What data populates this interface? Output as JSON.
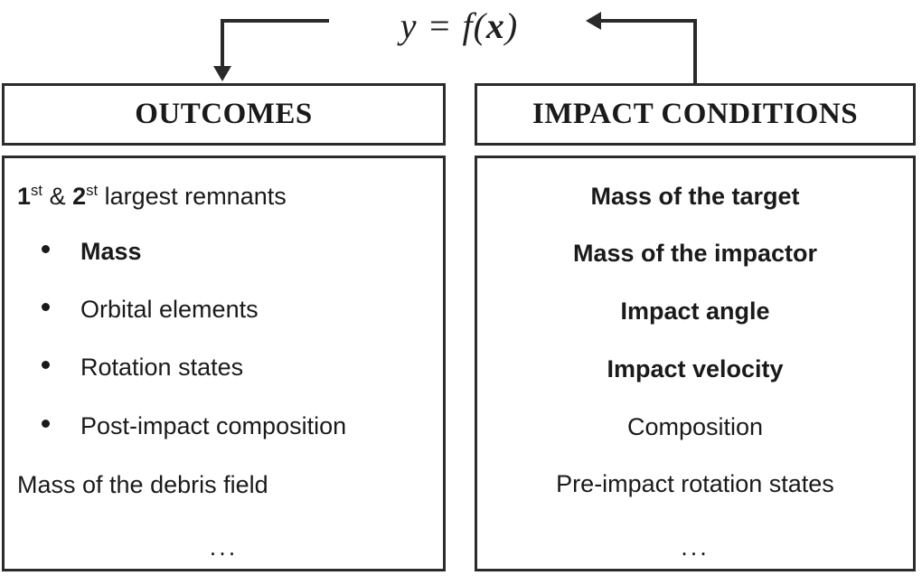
{
  "formula": {
    "lhs": "y = f(",
    "vector": "x",
    "rhs": ")"
  },
  "arrows": {
    "to_outcomes": "arrow-down-to-outcomes",
    "from_impact_conditions": "arrow-left-from-impact-conditions"
  },
  "columns": [
    {
      "id": "outcomes",
      "header": "OUTCOMES",
      "align": "left",
      "items": [
        {
          "kind": "text",
          "text": "1st & 2st largest remnants",
          "prefix_num": "1",
          "prefix_sup": "st",
          "mid": " & ",
          "second_num": "2",
          "second_sup": "st",
          "tail": " largest remnants",
          "bold": false
        },
        {
          "kind": "bullet",
          "text": "Mass",
          "bold": true
        },
        {
          "kind": "bullet",
          "text": "Orbital elements",
          "bold": false
        },
        {
          "kind": "bullet",
          "text": "Rotation states",
          "bold": false
        },
        {
          "kind": "bullet",
          "text": "Post-impact composition",
          "bold": false
        },
        {
          "kind": "text",
          "text": "Mass of the debris field",
          "bold": false
        },
        {
          "kind": "ellipsis",
          "text": "..."
        }
      ]
    },
    {
      "id": "impact-conditions",
      "header": "IMPACT CONDITIONS",
      "align": "center",
      "items": [
        {
          "kind": "text",
          "text": "Mass of the target",
          "bold": true
        },
        {
          "kind": "text",
          "text": "Mass of the impactor",
          "bold": true
        },
        {
          "kind": "text",
          "text": "Impact angle",
          "bold": true
        },
        {
          "kind": "text",
          "text": "Impact velocity",
          "bold": true
        },
        {
          "kind": "text",
          "text": "Composition",
          "bold": false
        },
        {
          "kind": "text",
          "text": "Pre-impact rotation states",
          "bold": false
        },
        {
          "kind": "ellipsis",
          "text": "..."
        }
      ]
    }
  ],
  "colors": {
    "ink": "#1a1a1a",
    "border": "#2b2b2b",
    "background": "#ffffff"
  }
}
